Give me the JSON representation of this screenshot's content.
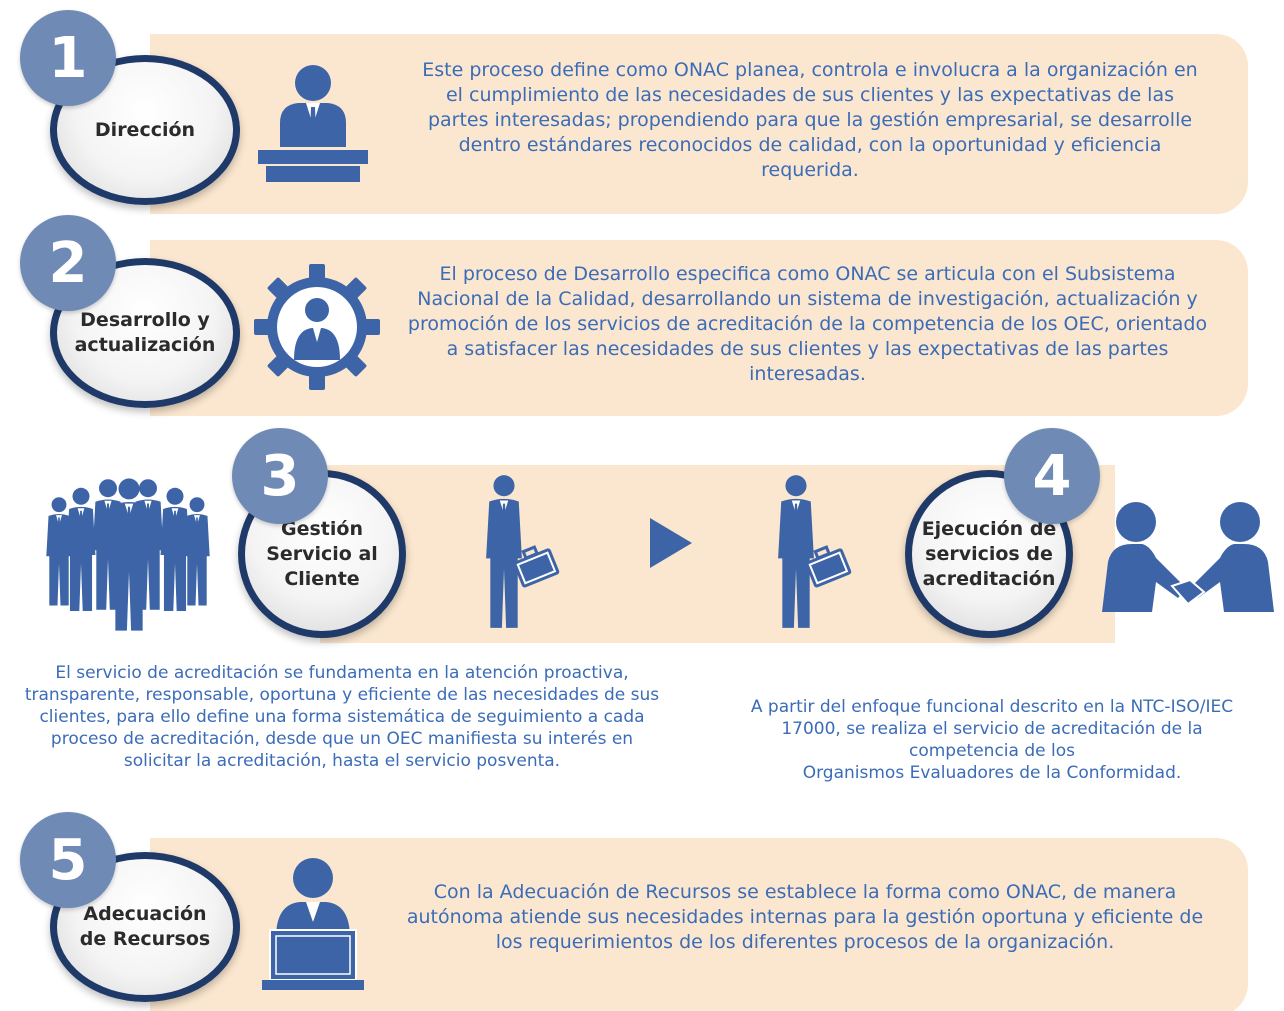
{
  "colors": {
    "band": "#fbe7cf",
    "ring": "#1f3a68",
    "number_badge": "#6f8bb5",
    "icon": "#3d64a7",
    "text": "#3b6cb7"
  },
  "steps": [
    {
      "number": "1",
      "title": "Dirección",
      "icon": "person-at-podium-icon",
      "description": "Este proceso define como ONAC planea, controla e involucra a la organización en el cumplimiento de las necesidades de sus clientes y las expectativas de las partes interesadas; propendiendo para que la gestión empresarial, se desarrolle dentro estándares reconocidos de calidad, con la oportunidad y eficiencia requerida."
    },
    {
      "number": "2",
      "title_line1": "Desarrollo y",
      "title_line2": "actualización",
      "icon": "person-in-gear-icon",
      "description": "El proceso de Desarrollo especifica como ONAC se articula con el Subsistema Nacional de la Calidad, desarrollando un sistema de investigación, actualización y promoción de los servicios de acreditación de la competencia de los OEC, orientado a satisfacer las necesidades de sus clientes y las expectativas de las partes interesadas."
    },
    {
      "number": "3",
      "title_line1": "Gestión",
      "title_line2": "Servicio al",
      "title_line3": "Cliente",
      "icon": "group-of-people-icon",
      "description": "El servicio de acreditación se fundamenta en la atención proactiva, transparente, responsable, oportuna y eficiente de las necesidades de sus clientes, para ello define una forma sistemática de seguimiento a cada proceso de acreditación, desde que un OEC manifiesta su interés en solicitar la acreditación, hasta el servicio posventa."
    },
    {
      "number": "4",
      "title_line1": "Ejecución de",
      "title_line2": "servicios de",
      "title_line3": "acreditación",
      "icon": "handshake-icon",
      "description_line1": "A partir del enfoque funcional descrito en la NTC-ISO/IEC",
      "description_line2": "17000, se realiza el servicio de acreditación de la",
      "description_line3": "competencia de los",
      "description_line4": "Organismos Evaluadores de la Conformidad."
    },
    {
      "number": "5",
      "title_line1": "Adecuación",
      "title_line2": "de Recursos",
      "icon": "person-at-laptop-icon",
      "description": "Con la Adecuación de Recursos se establece la forma como ONAC, de manera autónoma atiende sus necesidades internas para la gestión oportuna y eficiente de los requerimientos de los diferentes procesos de la organización."
    }
  ]
}
